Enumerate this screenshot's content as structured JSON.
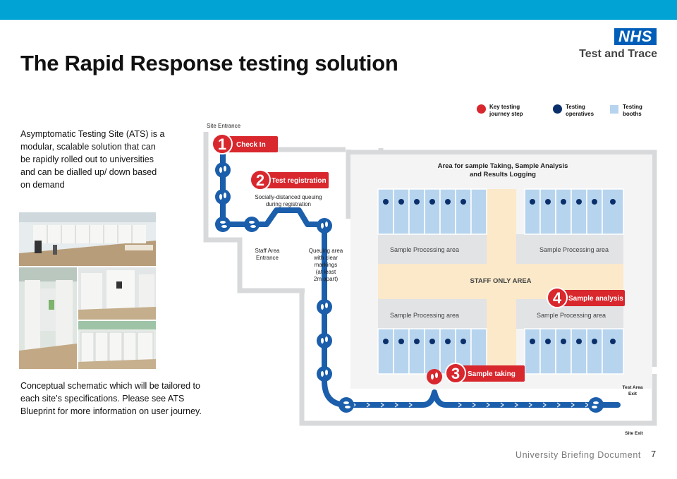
{
  "header": {
    "title": "The Rapid Response testing solution"
  },
  "logo": {
    "nhs": "NHS",
    "tagline": "Test and Trace"
  },
  "intro_text": "Asymptomatic Testing Site (ATS) is a modular, scalable solution that can be rapidly rolled out to universities and can be dialled up/ down based on demand",
  "caption_text": "Conceptual schematic which will be tailored to each site’s specifications. Please see ATS Blueprint for more information on user journey.",
  "footer": {
    "document": "University Briefing Document",
    "page": "7"
  },
  "legend": {
    "key_step_line1": "Key testing",
    "key_step_line2": "journey step",
    "operatives_line1": "Testing",
    "operatives_line2": "operatives",
    "booths_line1": "Testing",
    "booths_line2": "booths",
    "key_step_color": "#d8272d",
    "operatives_color": "#0b2f6b",
    "booths_color": "#b7d4ee"
  },
  "diagram": {
    "site_entrance": "Site Entrance",
    "step1": {
      "number": "1",
      "label": "Check In"
    },
    "step2": {
      "number": "2",
      "label": "Test registration"
    },
    "step3": {
      "number": "3",
      "label": "Sample taking"
    },
    "step4": {
      "number": "4",
      "label": "Sample analysis"
    },
    "queue_note_line1": "Socially-distanced queuing",
    "queue_note_line2": "during registration",
    "staff_entrance_line1": "Staff Area",
    "staff_entrance_line2": "Entrance",
    "queuing_line1": "Queuing area",
    "queuing_line2": "with clear",
    "queuing_line3": "markings",
    "queuing_line4": "(at least",
    "queuing_line5": "2m apart)",
    "area_title_line1": "Area for sample Taking, Sample Analysis",
    "area_title_line2": "and Results Logging",
    "processing_area": "Sample Processing area",
    "staff_only": "STAFF ONLY AREA",
    "test_area_exit_line1": "Test Area",
    "test_area_exit_line2": "Exit",
    "site_exit": "Site Exit"
  }
}
